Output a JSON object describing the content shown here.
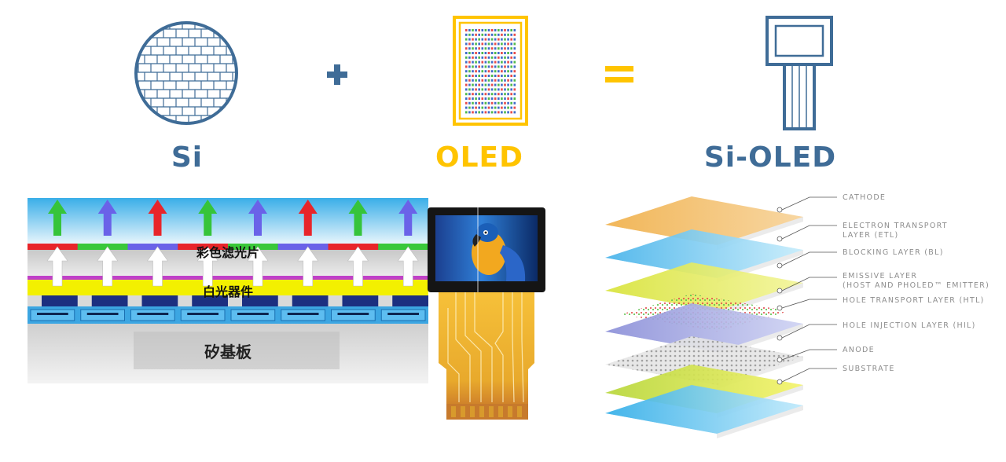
{
  "titles": {
    "si": "Si",
    "oled": "OLED",
    "si_oled": "Si-OLED",
    "plus": "+",
    "equals": "="
  },
  "cross_section": {
    "color_filter": "彩色滤光片",
    "white_light": "白光器件",
    "substrate": "矽基板"
  },
  "layers": [
    {
      "name": "CATHODE"
    },
    {
      "name": "ELECTRON TRANSPORT\nLAYER (ETL)"
    },
    {
      "name": "BLOCKING LAYER (BL)"
    },
    {
      "name": "EMISSIVE LAYER\n(HOST AND PHOLED™ EMITTER)"
    },
    {
      "name": "HOLE TRANSPORT LAYER (HTL)"
    },
    {
      "name": "HOLE INJECTION LAYER (HIL)"
    },
    {
      "name": "ANODE"
    },
    {
      "name": "SUBSTRATE"
    }
  ],
  "colors": {
    "brand_blue": "#3f6c97",
    "brand_yellow": "#ffc400"
  },
  "icons": [
    "wafer-icon",
    "plus-icon",
    "oled-panel-icon",
    "equals-icon",
    "si-oled-module-icon"
  ]
}
